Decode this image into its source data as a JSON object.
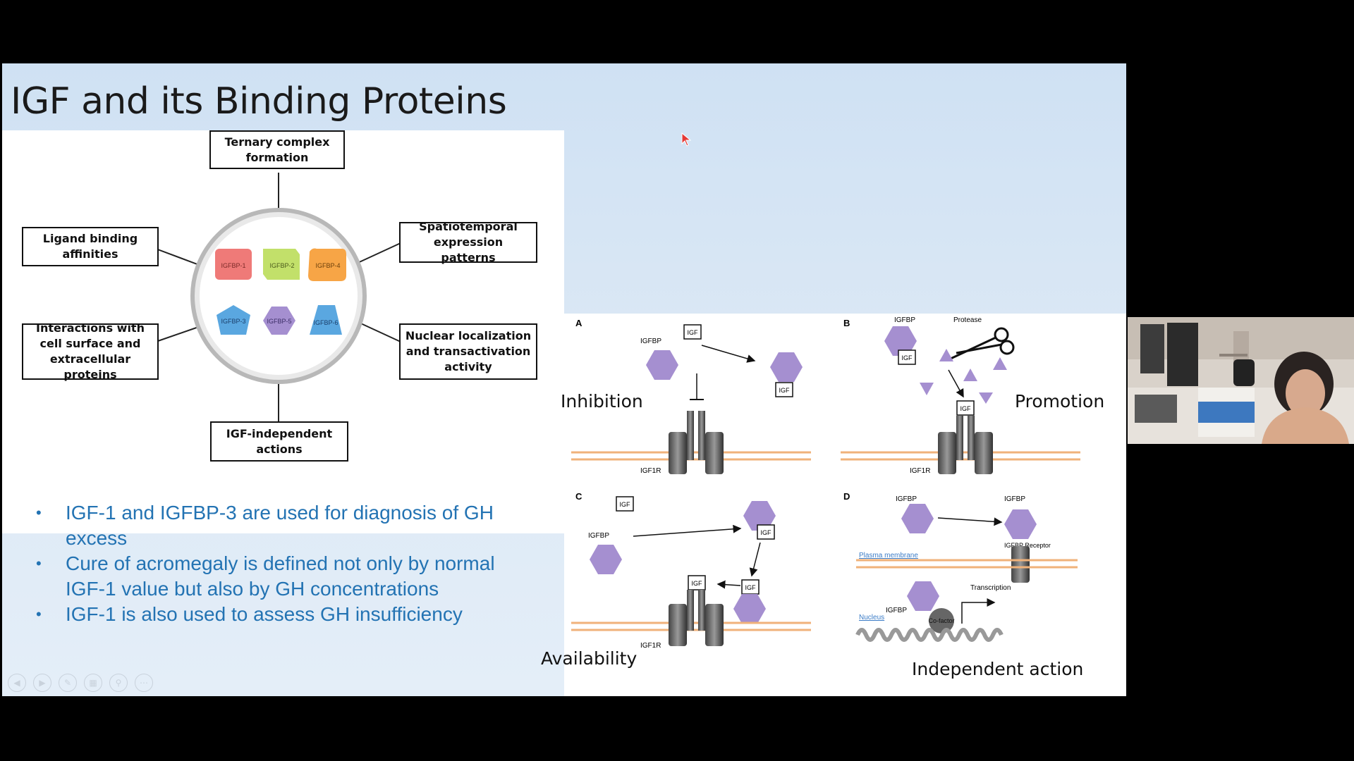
{
  "slide": {
    "title": "IGF and its Binding Proteins",
    "hub_labels": [
      "IGFBP-1",
      "IGFBP-2",
      "IGFBP-4",
      "IGFBP-3",
      "IGFBP-5",
      "IGFBP-6"
    ],
    "boxes": {
      "top": "Ternary complex formation",
      "left_upper": "Ligand binding affinities",
      "right_upper": "Spatiotemporal expression patterns",
      "left_lower": "Interactions with cell surface and extracellular proteins",
      "right_lower": "Nuclear localization and transactivation activity",
      "bottom": "IGF-independent actions"
    },
    "bullets": [
      "IGF-1 and IGFBP-3 are used for diagnosis of GH excess",
      "Cure of acromegaly is defined not only by normal IGF-1 value but also by GH concentrations",
      "IGF-1 is also used to assess GH insufficiency"
    ],
    "panels": {
      "a": {
        "letter": "A",
        "label": "Inhibition",
        "igfbp": "IGFBP",
        "igf": "IGF",
        "receptor": "IGF1R"
      },
      "b": {
        "letter": "B",
        "label": "Promotion",
        "igfbp": "IGFBP",
        "protease": "Protease",
        "igf": "IGF",
        "receptor": "IGF1R"
      },
      "c": {
        "letter": "C",
        "label": "Availability",
        "igfbp": "IGFBP",
        "igf": "IGF",
        "receptor": "IGF1R"
      },
      "d": {
        "letter": "D",
        "label": "Independent action",
        "igfbp": "IGFBP",
        "membrane": "Plasma membrane",
        "bp_receptor": "IGFBP Receptor",
        "transcription": "Transcription",
        "nucleus": "Nucleus",
        "cofactor": "Co-factor"
      }
    }
  },
  "colors": {
    "bullet_text": "#2373b3",
    "igfbp_purple": "#a58fd0",
    "membrane": "#f0b27a"
  }
}
